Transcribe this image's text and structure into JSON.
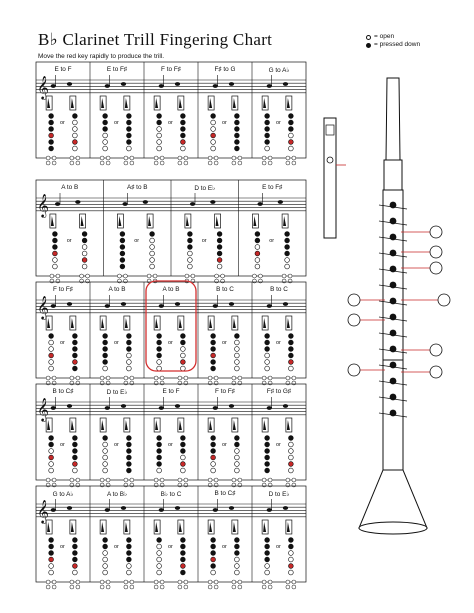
{
  "title": "B♭ Clarinet Trill Fingering Chart",
  "subtitle": "Move the red key rapidly to produce the trill.",
  "legend": {
    "open": "= open",
    "pressed": "= pressed down"
  },
  "colors": {
    "trill_key": "#c62828",
    "ink": "#111111",
    "highlight": "#d32f2f"
  },
  "rows": [
    {
      "trills": [
        "E to F",
        "E to F♯",
        "F to F♯",
        "F♯ to G",
        "G to A♭"
      ]
    },
    {
      "trills": [
        "A to B",
        "A♯ to B",
        "D to E♭",
        "E to F♯"
      ]
    },
    {
      "trills": [
        "F to F♯",
        "A to B",
        "A to B",
        "B to C",
        "B to C"
      ]
    },
    {
      "trills": [
        "B to C♯",
        "D to E♭",
        "E to F",
        "F to F♯",
        "F♯ to G♯"
      ]
    },
    {
      "trills": [
        "G to A♭",
        "A to B♭",
        "B♭ to C",
        "B to C♯",
        "D to E♭"
      ]
    }
  ],
  "or_label": "or",
  "clarinet": {
    "name": "clarinet-diagram"
  }
}
